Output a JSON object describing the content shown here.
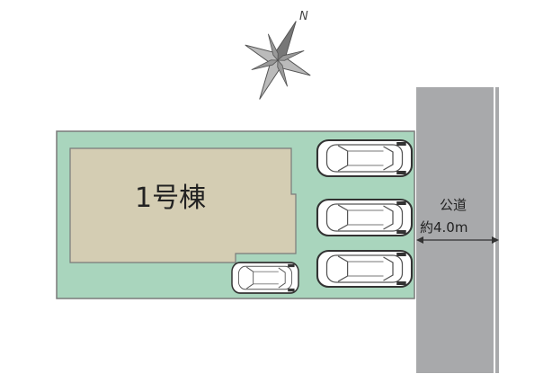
{
  "compass": {
    "label": "N",
    "icon": "compass-rose-icon"
  },
  "building": {
    "label": "1号棟"
  },
  "road": {
    "name": "公道",
    "width": "約4.0m"
  },
  "parking": {
    "spaces": [
      {
        "type": "car"
      },
      {
        "type": "car"
      },
      {
        "type": "car"
      },
      {
        "type": "compact-car"
      }
    ]
  },
  "colors": {
    "lot": "#a9d5bd",
    "building": "#d4cdb3",
    "road": "#a8a9ab",
    "outline": "#7a7a7a"
  }
}
